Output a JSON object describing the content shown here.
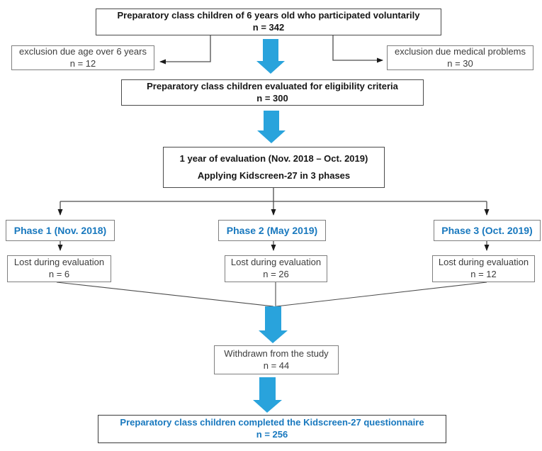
{
  "colors": {
    "block_arrow_blue": "#29a3dc",
    "highlight_text_blue": "#1878be",
    "connector_line": "#4d4d4d",
    "box_border_gray": "#7f7f7f",
    "box_border_dark": "#4a4a4a"
  },
  "icons": {
    "flow_arrow": "down-block-arrow",
    "connector_head": "small-triangle-arrowhead"
  },
  "flowchart": {
    "top_box": {
      "line1": "Preparatory class children of 6 years old who participated voluntarily",
      "line2": "n = 342"
    },
    "exclusion_left": {
      "line1": "exclusion due age over 6 years",
      "line2": "n = 12"
    },
    "exclusion_right": {
      "line1": "exclusion due medical problems",
      "line2": "n = 30"
    },
    "eligibility_box": {
      "line1": "Preparatory class children evaluated for eligibility criteria",
      "line2": "n = 300"
    },
    "evaluation_box": {
      "line1": "1 year of evaluation (Nov. 2018 – Oct. 2019)",
      "line2": "Applying Kidscreen-27 in 3 phases"
    },
    "phases": [
      {
        "label": "Phase 1 (Nov. 2018)"
      },
      {
        "label": "Phase 2 (May 2019)"
      },
      {
        "label": "Phase 3 (Oct. 2019)"
      }
    ],
    "lost_boxes": [
      {
        "line1": "Lost during evaluation",
        "line2": "n = 6"
      },
      {
        "line1": "Lost during evaluation",
        "line2": "n = 26"
      },
      {
        "line1": "Lost during evaluation",
        "line2": "n = 12"
      }
    ],
    "withdrawn_box": {
      "line1": "Withdrawn from the study",
      "line2": "n = 44"
    },
    "final_box": {
      "line1": "Preparatory class children completed the Kidscreen-27 questionnaire",
      "line2": "n = 256"
    }
  }
}
